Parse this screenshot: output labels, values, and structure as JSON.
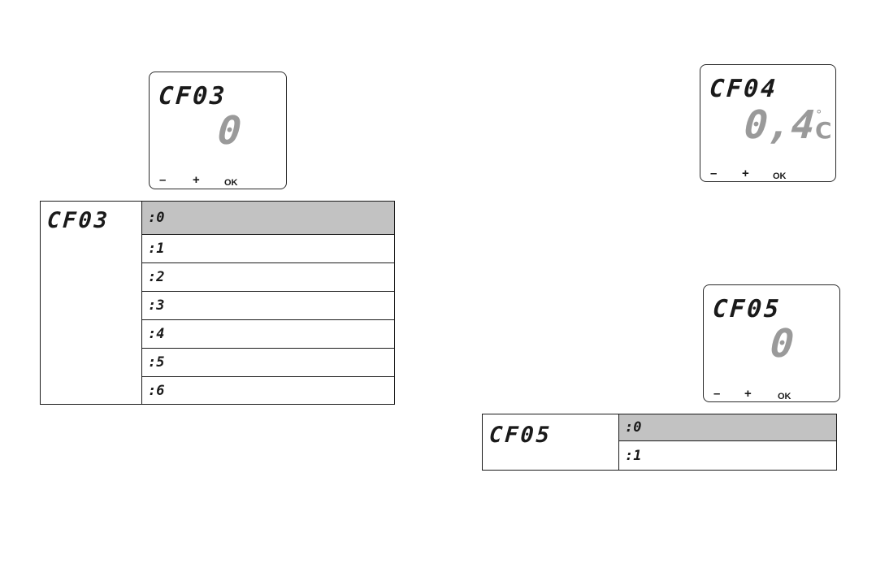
{
  "buttons": {
    "minus": "–",
    "plus": "+",
    "ok": "OK"
  },
  "display_cf03": {
    "code": "CF03",
    "value": "0"
  },
  "display_cf04": {
    "code": "CF04",
    "value": "0,4",
    "unit_degree": "°",
    "unit_letter": "C"
  },
  "display_cf05": {
    "code": "CF05",
    "value": "0"
  },
  "table_cf03": {
    "code": "CF03",
    "options": [
      ":0",
      ":1",
      ":2",
      ":3",
      ":4",
      ":5",
      ":6"
    ],
    "selected_index": 0
  },
  "table_cf05": {
    "code": "CF05",
    "options": [
      ":0",
      ":1"
    ],
    "selected_index": 0
  },
  "colors": {
    "selected_row": "#c2c2c2",
    "lcd_value": "#9a9a9a",
    "border": "#1a1a1a"
  }
}
